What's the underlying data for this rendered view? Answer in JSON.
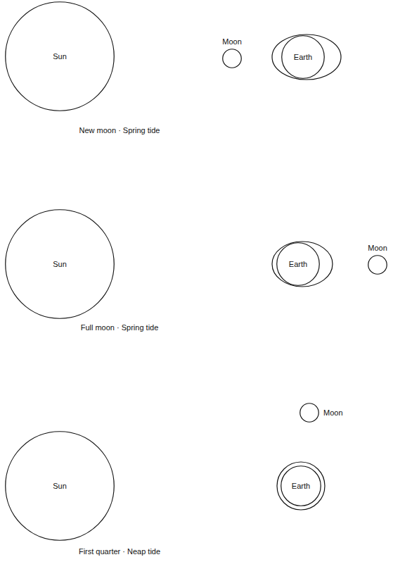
{
  "diagram": {
    "nodes": [
      {
        "text": [
          "Sun"
        ]
      },
      {
        "text": [
          "Moon"
        ]
      },
      {
        "text": [
          "Earth"
        ]
      },
      {
        "text": [
          "Sun"
        ]
      },
      {
        "text": [
          "Earth"
        ]
      },
      {
        "text": [
          "Moon"
        ]
      },
      {
        "text": [
          "Sun"
        ]
      },
      {
        "text": [
          "Moon"
        ]
      },
      {
        "text": [
          "Earth"
        ]
      }
    ],
    "labels": [
      "New moon · Spring tide",
      "Full moon · Spring tide",
      "First quarter · Neap tide"
    ]
  }
}
